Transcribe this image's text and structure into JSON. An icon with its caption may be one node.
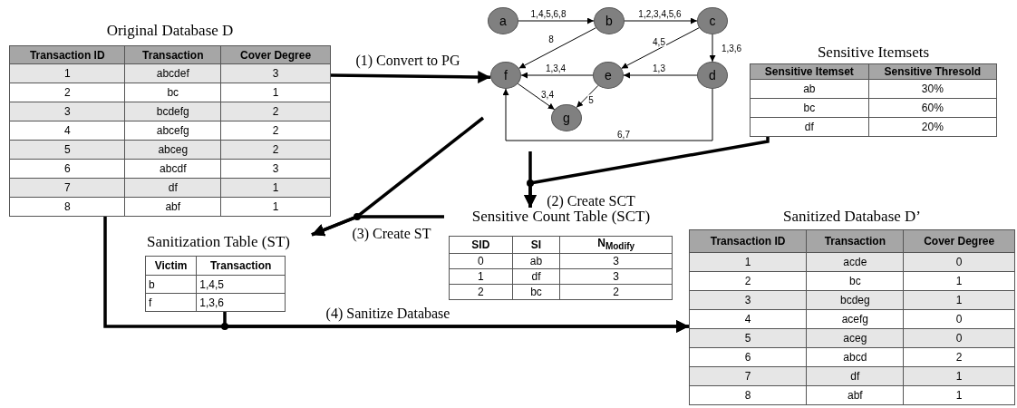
{
  "diagram": {
    "nodes": [
      {
        "text": [
          "Original Database D",
          "Transaction ID",
          "Transaction",
          "Cover Degree",
          "1",
          "abcdef",
          "3",
          "2",
          "bc",
          "1",
          "3",
          "bcdefg",
          "2",
          "4",
          "abcefg",
          "2",
          "5",
          "abceg",
          "2",
          "6",
          "abcdf",
          "3",
          "7",
          "df",
          "1",
          "8",
          "abf",
          "1"
        ]
      },
      {
        "text": [
          "a"
        ]
      },
      {
        "text": [
          "b"
        ]
      },
      {
        "text": [
          "c"
        ]
      },
      {
        "text": [
          "f"
        ]
      },
      {
        "text": [
          "e"
        ]
      },
      {
        "text": [
          "d"
        ]
      },
      {
        "text": [
          "g"
        ]
      },
      {
        "text": [
          "Sensitive Itemsets",
          "Sensitive Itemset",
          "Sensitive Thresold",
          "ab",
          "30%",
          "bc",
          "60%",
          "df",
          "20%"
        ]
      },
      {
        "text": [
          "Sensitive Count Table (SCT)",
          "SID",
          "SI",
          "N$_{Modify}$",
          "0",
          "ab",
          "3",
          "1",
          "df",
          "3",
          "2",
          "bc",
          "2"
        ]
      },
      {
        "text": [
          "Sanitization Table (ST)",
          "Victim",
          "Transaction",
          "b",
          "1,4,5",
          "f",
          "1,3,6"
        ]
      },
      {
        "text": [
          "Sanitized Database D’",
          "Transaction ID",
          "Transaction",
          "Cover Degree",
          "1",
          "acde",
          "0",
          "2",
          "bc",
          "1",
          "3",
          "bcdeg",
          "1",
          "4",
          "acefg",
          "0",
          "5",
          "aceg",
          "0",
          "6",
          "abcd",
          "2",
          "7",
          "df",
          "1",
          "8",
          "abf",
          "1"
        ]
      }
    ],
    "edges": [
      {
        "from": 1,
        "to": 2,
        "arrow": "to",
        "label": "1,4,5,6,8"
      },
      {
        "from": 2,
        "to": 3,
        "arrow": "to",
        "label": "1,2,3,4,5,6"
      },
      {
        "from": 2,
        "to": 4,
        "arrow": "to",
        "label": "8"
      },
      {
        "from": 3,
        "to": 5,
        "arrow": "to",
        "label": "4,5"
      },
      {
        "from": 3,
        "to": 6,
        "arrow": "to",
        "label": "1,3,6"
      },
      {
        "from": 5,
        "to": 4,
        "arrow": "to",
        "label": "1,3,4"
      },
      {
        "from": 6,
        "to": 5,
        "arrow": "to",
        "label": "1,3"
      },
      {
        "from": 4,
        "to": 7,
        "arrow": "to",
        "label": "3,4"
      },
      {
        "from": 5,
        "to": 7,
        "arrow": "to",
        "label": "5"
      },
      {
        "from": 6,
        "to": 4,
        "arrow": "to",
        "label": "6,7"
      },
      {
        "from": 0,
        "to": 4,
        "arrow": "to",
        "label": "(1) Convert to PG",
        "style": "thick"
      },
      {
        "from": null,
        "to": 9,
        "arrow": "to",
        "label": "(2) Create SCT",
        "style": "thick"
      },
      {
        "from": 8,
        "to": 9,
        "arrow": "to",
        "style": "thick"
      },
      {
        "from": null,
        "to": 10,
        "arrow": "to",
        "label": "(3) Create ST",
        "style": "thick"
      },
      {
        "from": 9,
        "to": 10,
        "arrow": "to",
        "style": "thick"
      },
      {
        "from": 0,
        "to": 11,
        "arrow": "to",
        "label": "(4) Sanitize Database",
        "style": "thick"
      },
      {
        "from": 10,
        "to": 11,
        "arrow": "to",
        "style": "thick"
      }
    ]
  }
}
